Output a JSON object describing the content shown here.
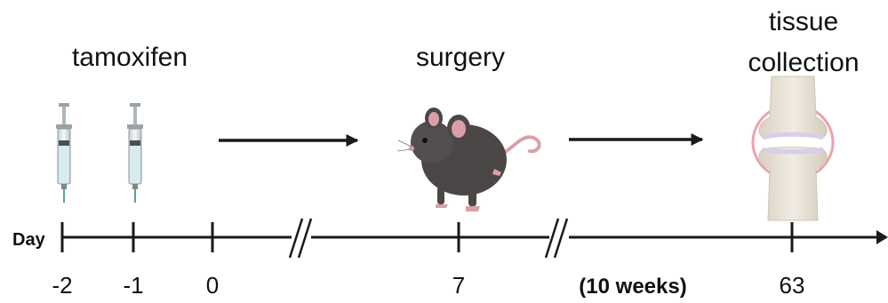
{
  "stages": {
    "tamoxifen": "tamoxifen",
    "surgery": "surgery",
    "tissue_collection_line1": "tissue",
    "tissue_collection_line2": "collection"
  },
  "timeline": {
    "axis_label": "Day",
    "days": [
      "-2",
      "-1",
      "0",
      "7",
      "63"
    ],
    "interval_note": "(10 weeks)"
  },
  "colors": {
    "line": "#1a1a1a",
    "mouse": "#4a4746",
    "mouse_pink": "#d9a0a8",
    "syringe_liquid": "#d8ecef",
    "needle": "#2e8f6e",
    "bone": "#e8e2d7",
    "cartilage": "#d9cde9",
    "synovium": "#e9a3ae"
  },
  "icons": [
    "syringe-icon",
    "syringe-icon",
    "mouse-icon",
    "knee-joint-icon"
  ]
}
